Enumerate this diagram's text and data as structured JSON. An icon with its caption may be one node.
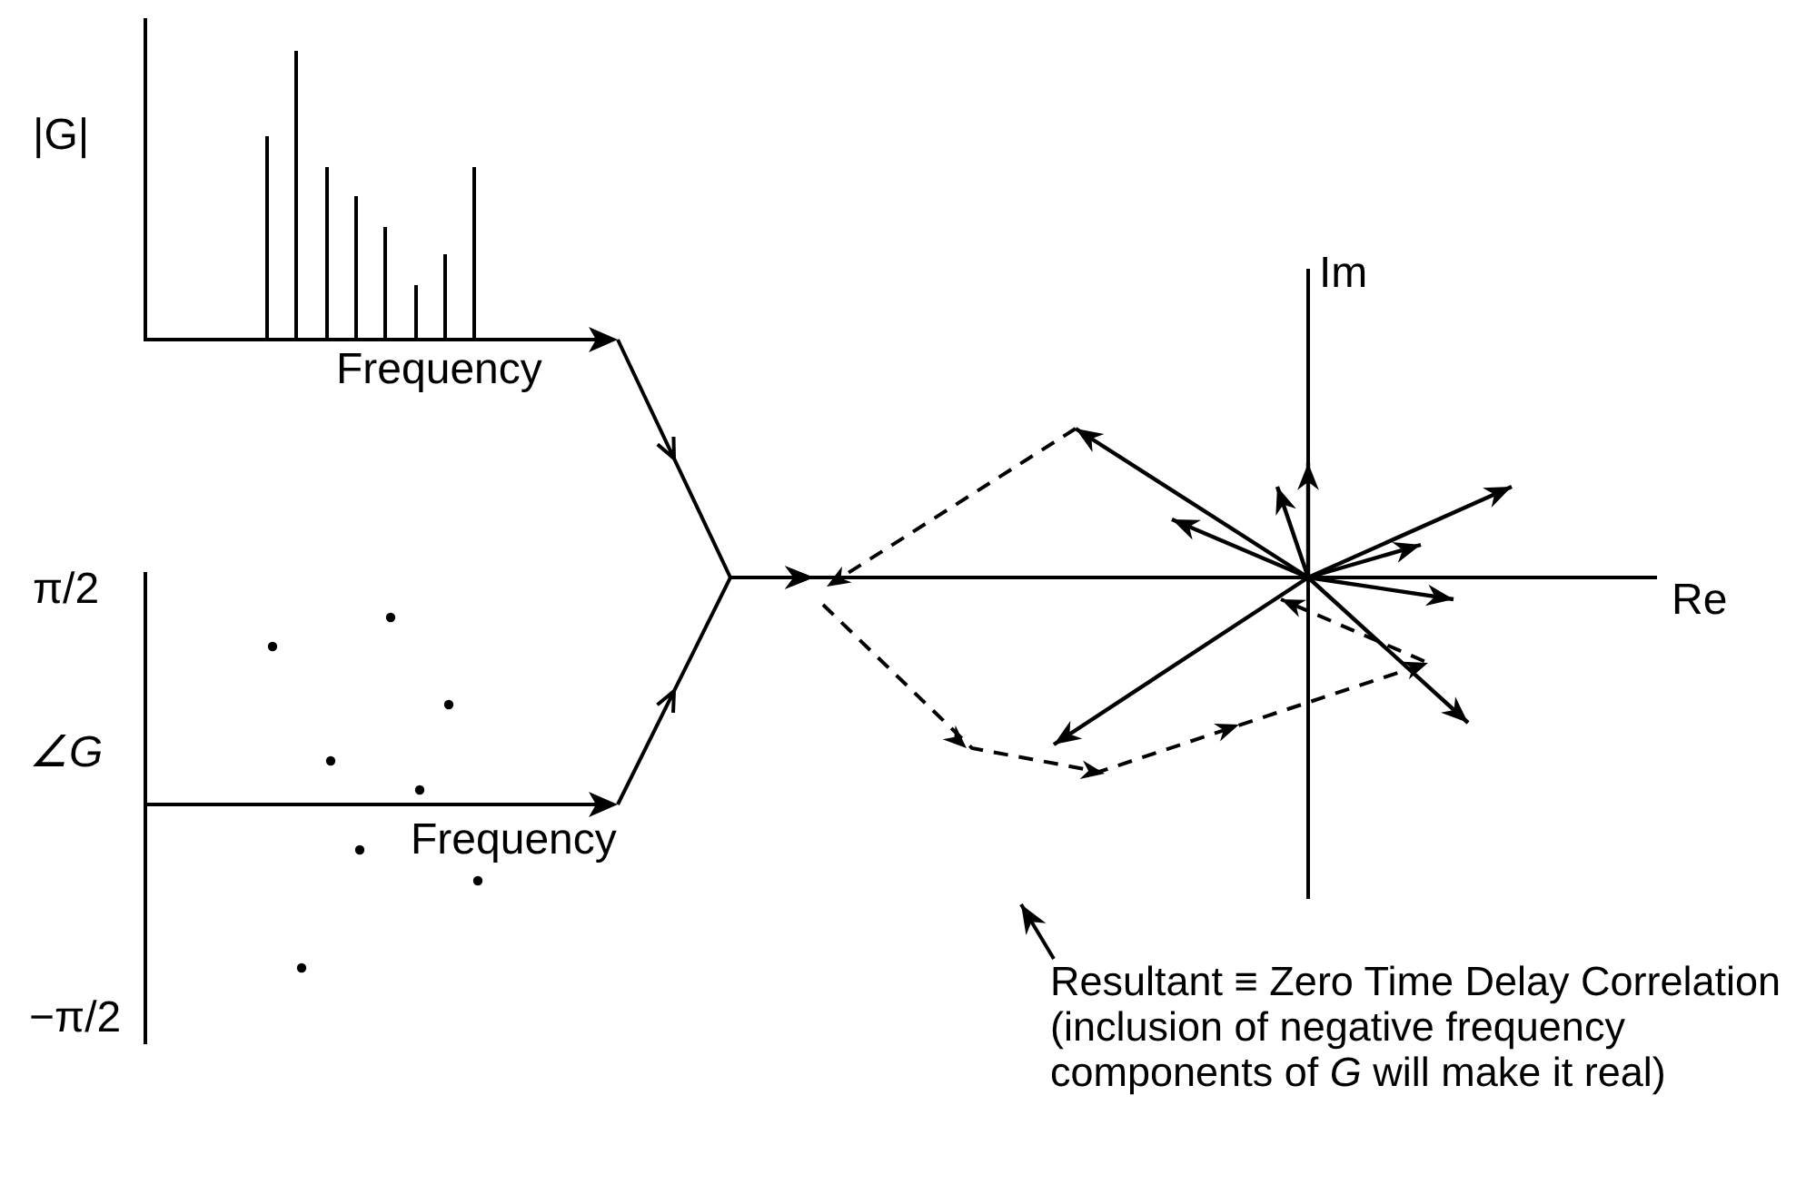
{
  "diagram": {
    "nodes": [
      {
        "text": [],
        "shape": "picture"
      },
      {
        "text": [],
        "shape": "picture"
      },
      {
        "text": [],
        "shape": "picture"
      },
      {
        "text": [
          "Resultant ≡ Zero Time Delay Correlation (inclusion of negative frequency components of *G* will make it real)"
        ]
      }
    ],
    "edges": [
      {
        "from": 0,
        "to": 2,
        "arrow": "to"
      },
      {
        "from": 1,
        "to": 2,
        "arrow": "to"
      },
      {
        "from": 3,
        "to": 2,
        "arrow": "to"
      }
    ],
    "labels": [
      "|G|",
      "Frequency",
      "π/2",
      "∠G",
      "Frequency",
      "−π/2",
      "Im",
      "Re"
    ]
  }
}
